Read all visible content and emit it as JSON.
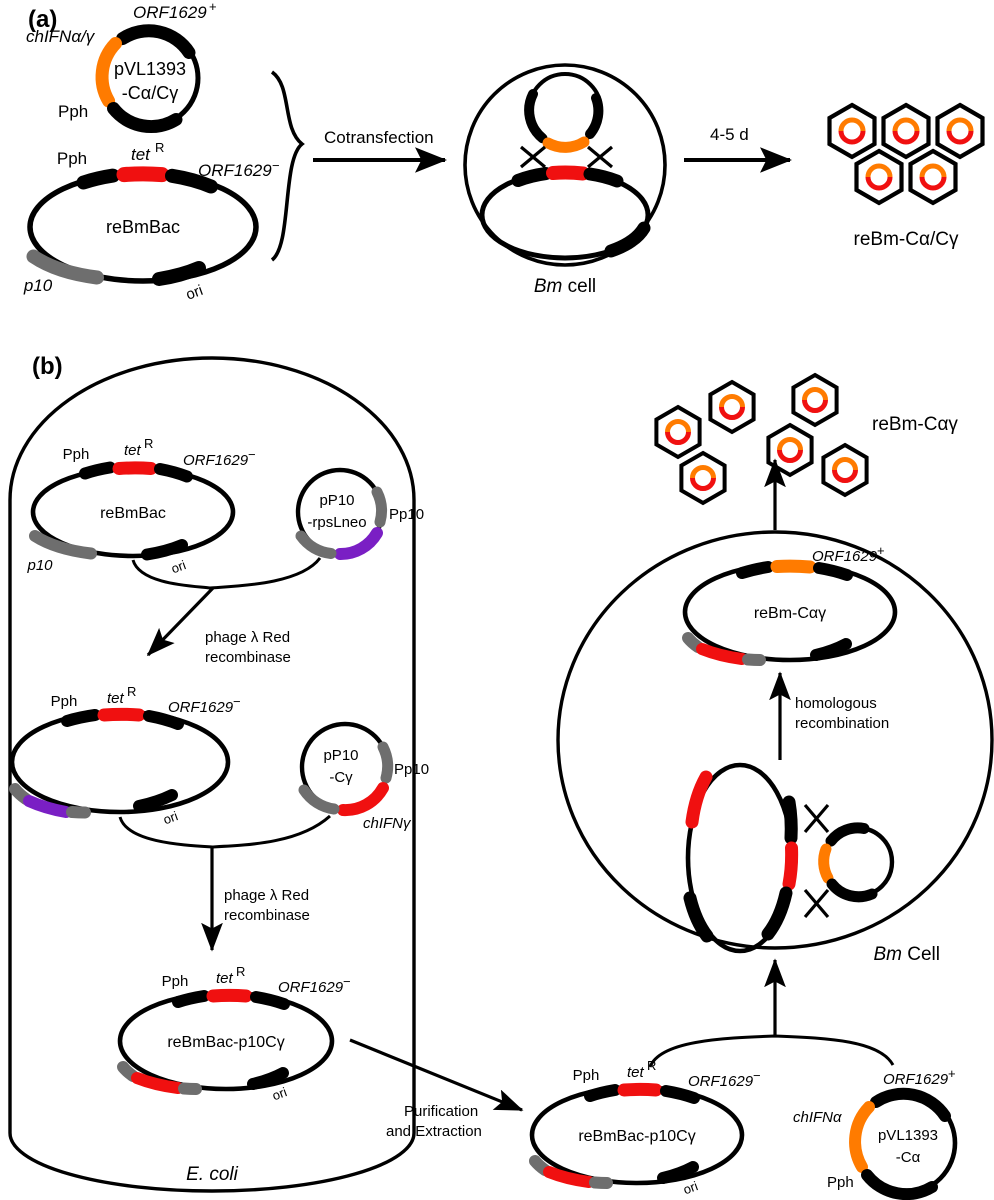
{
  "figure": {
    "panels": [
      {
        "id": "a",
        "letter": "(a)",
        "elements": {
          "plasmid_top": {
            "name_line1": "pVL1393",
            "name_line2": "-Cα/Cγ",
            "labels": {
              "orf": "ORF1629",
              "orf_sign": "+",
              "gene": "chIFNα/γ",
              "promoter": "Pph"
            }
          },
          "plasmid_bottom": {
            "name": "reBmBac",
            "labels": {
              "promoter": "Pph",
              "tet": "tet",
              "tet_sup": "R",
              "orf": "ORF1629",
              "orf_sign": "−",
              "p10": "p10",
              "ori": "ori"
            }
          },
          "arrow1_label": "Cotransfection",
          "cell": {
            "name_italic": "Bm",
            "name_rest": " cell"
          },
          "arrow2_label": "4-5 d",
          "virions_label": "reBm-Cα/Cγ",
          "virion_count": 5
        }
      },
      {
        "id": "b",
        "letter": "(b)",
        "elements": {
          "ecoli_label_italic": "E. coli",
          "step1": {
            "plasmid_left": {
              "name": "reBmBac",
              "labels": {
                "promoter": "Pph",
                "tet": "tet",
                "tet_sup": "R",
                "orf": "ORF1629",
                "orf_sign": "−",
                "p10": "p10",
                "ori": "ori"
              }
            },
            "plasmid_right": {
              "name_line1": "pP10",
              "name_line2": "-rpsLneo",
              "labels": {
                "promoter": "Pp10"
              }
            },
            "arrow_label_line1": "phage λ Red",
            "arrow_label_line2": "recombinase"
          },
          "step2": {
            "plasmid_left": {
              "name": "",
              "labels": {
                "promoter": "Pph",
                "tet": "tet",
                "tet_sup": "R",
                "orf": "ORF1629",
                "orf_sign": "−",
                "ori": "ori"
              }
            },
            "plasmid_right": {
              "name_line1": "pP10",
              "name_line2": "-Cγ",
              "labels": {
                "promoter": "Pp10",
                "gene": "chIFNγ"
              }
            },
            "arrow_label_line1": "phage λ Red",
            "arrow_label_line2": "recombinase"
          },
          "step3": {
            "plasmid": {
              "name": "reBmBac-p10Cγ",
              "labels": {
                "promoter": "Pph",
                "tet": "tet",
                "tet_sup": "R",
                "orf": "ORF1629",
                "orf_sign": "−",
                "ori": "ori"
              }
            },
            "arrow_label_line1": "Purification",
            "arrow_label_line2": "and Extraction"
          },
          "transfer": {
            "plasmid_left": {
              "name": "reBmBac-p10Cγ",
              "labels": {
                "promoter": "Pph",
                "tet": "tet",
                "tet_sup": "R",
                "orf": "ORF1629",
                "orf_sign": "−",
                "ori": "ori"
              }
            },
            "plasmid_right": {
              "name_line1": "pVL1393",
              "name_line2": "-Cα",
              "labels": {
                "orf": "ORF1629",
                "orf_sign": "+",
                "gene": "chIFNα",
                "promoter": "Pph"
              }
            }
          },
          "bmcell": {
            "name_italic": "Bm",
            "name_rest": " Cell",
            "product_plasmid": {
              "name": "reBm-Cαγ",
              "labels": {
                "orf": "ORF1629",
                "orf_sign": "+"
              }
            },
            "recomb_label_line1": "homologous",
            "recomb_label_line2": "recombination"
          },
          "virions_label": "reBm-Cαγ",
          "virion_count": 6
        }
      }
    ]
  },
  "colors": {
    "black": "#000000",
    "red": "#f01010",
    "orange": "#ff7b00",
    "gray": "#6e6e6e",
    "purple": "#7a1fc4",
    "white": "#ffffff"
  }
}
